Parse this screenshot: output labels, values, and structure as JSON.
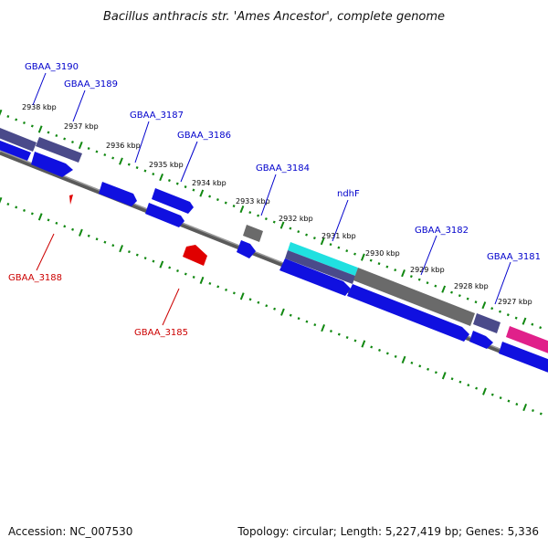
{
  "title": "Bacillus anthracis str. 'Ames Ancestor', complete genome",
  "footer": {
    "accession": "Accession: NC_007530",
    "summary": "Topology: circular; Length: 5,227,419 bp; Genes: 5,336"
  },
  "kbp_ticks": [
    "2938 kbp",
    "2937 kbp",
    "2936 kbp",
    "2935 kbp",
    "2934 kbp",
    "2933 kbp",
    "2932 kbp",
    "2931 kbp",
    "2930 kbp",
    "2929 kbp",
    "2928 kbp",
    "2927 kbp"
  ],
  "gene_labels": {
    "forward": [
      "GBAA_3190",
      "GBAA_3189",
      "GBAA_3187",
      "GBAA_3186",
      "GBAA_3184",
      "ndhF",
      "GBAA_3182",
      "GBAA_3181"
    ],
    "reverse": [
      "GBAA_3188",
      "GBAA_3185"
    ]
  },
  "colors": {
    "forward_gene": "#1010e0",
    "reverse_gene": "#e00000",
    "cds_dark": "#4a4a8a",
    "cds_grey": "#6a6a6a",
    "cyan_feature": "#20e0e0",
    "pink_feature": "#e0208a",
    "tick_green": "#118811",
    "backbone": "#777777"
  }
}
